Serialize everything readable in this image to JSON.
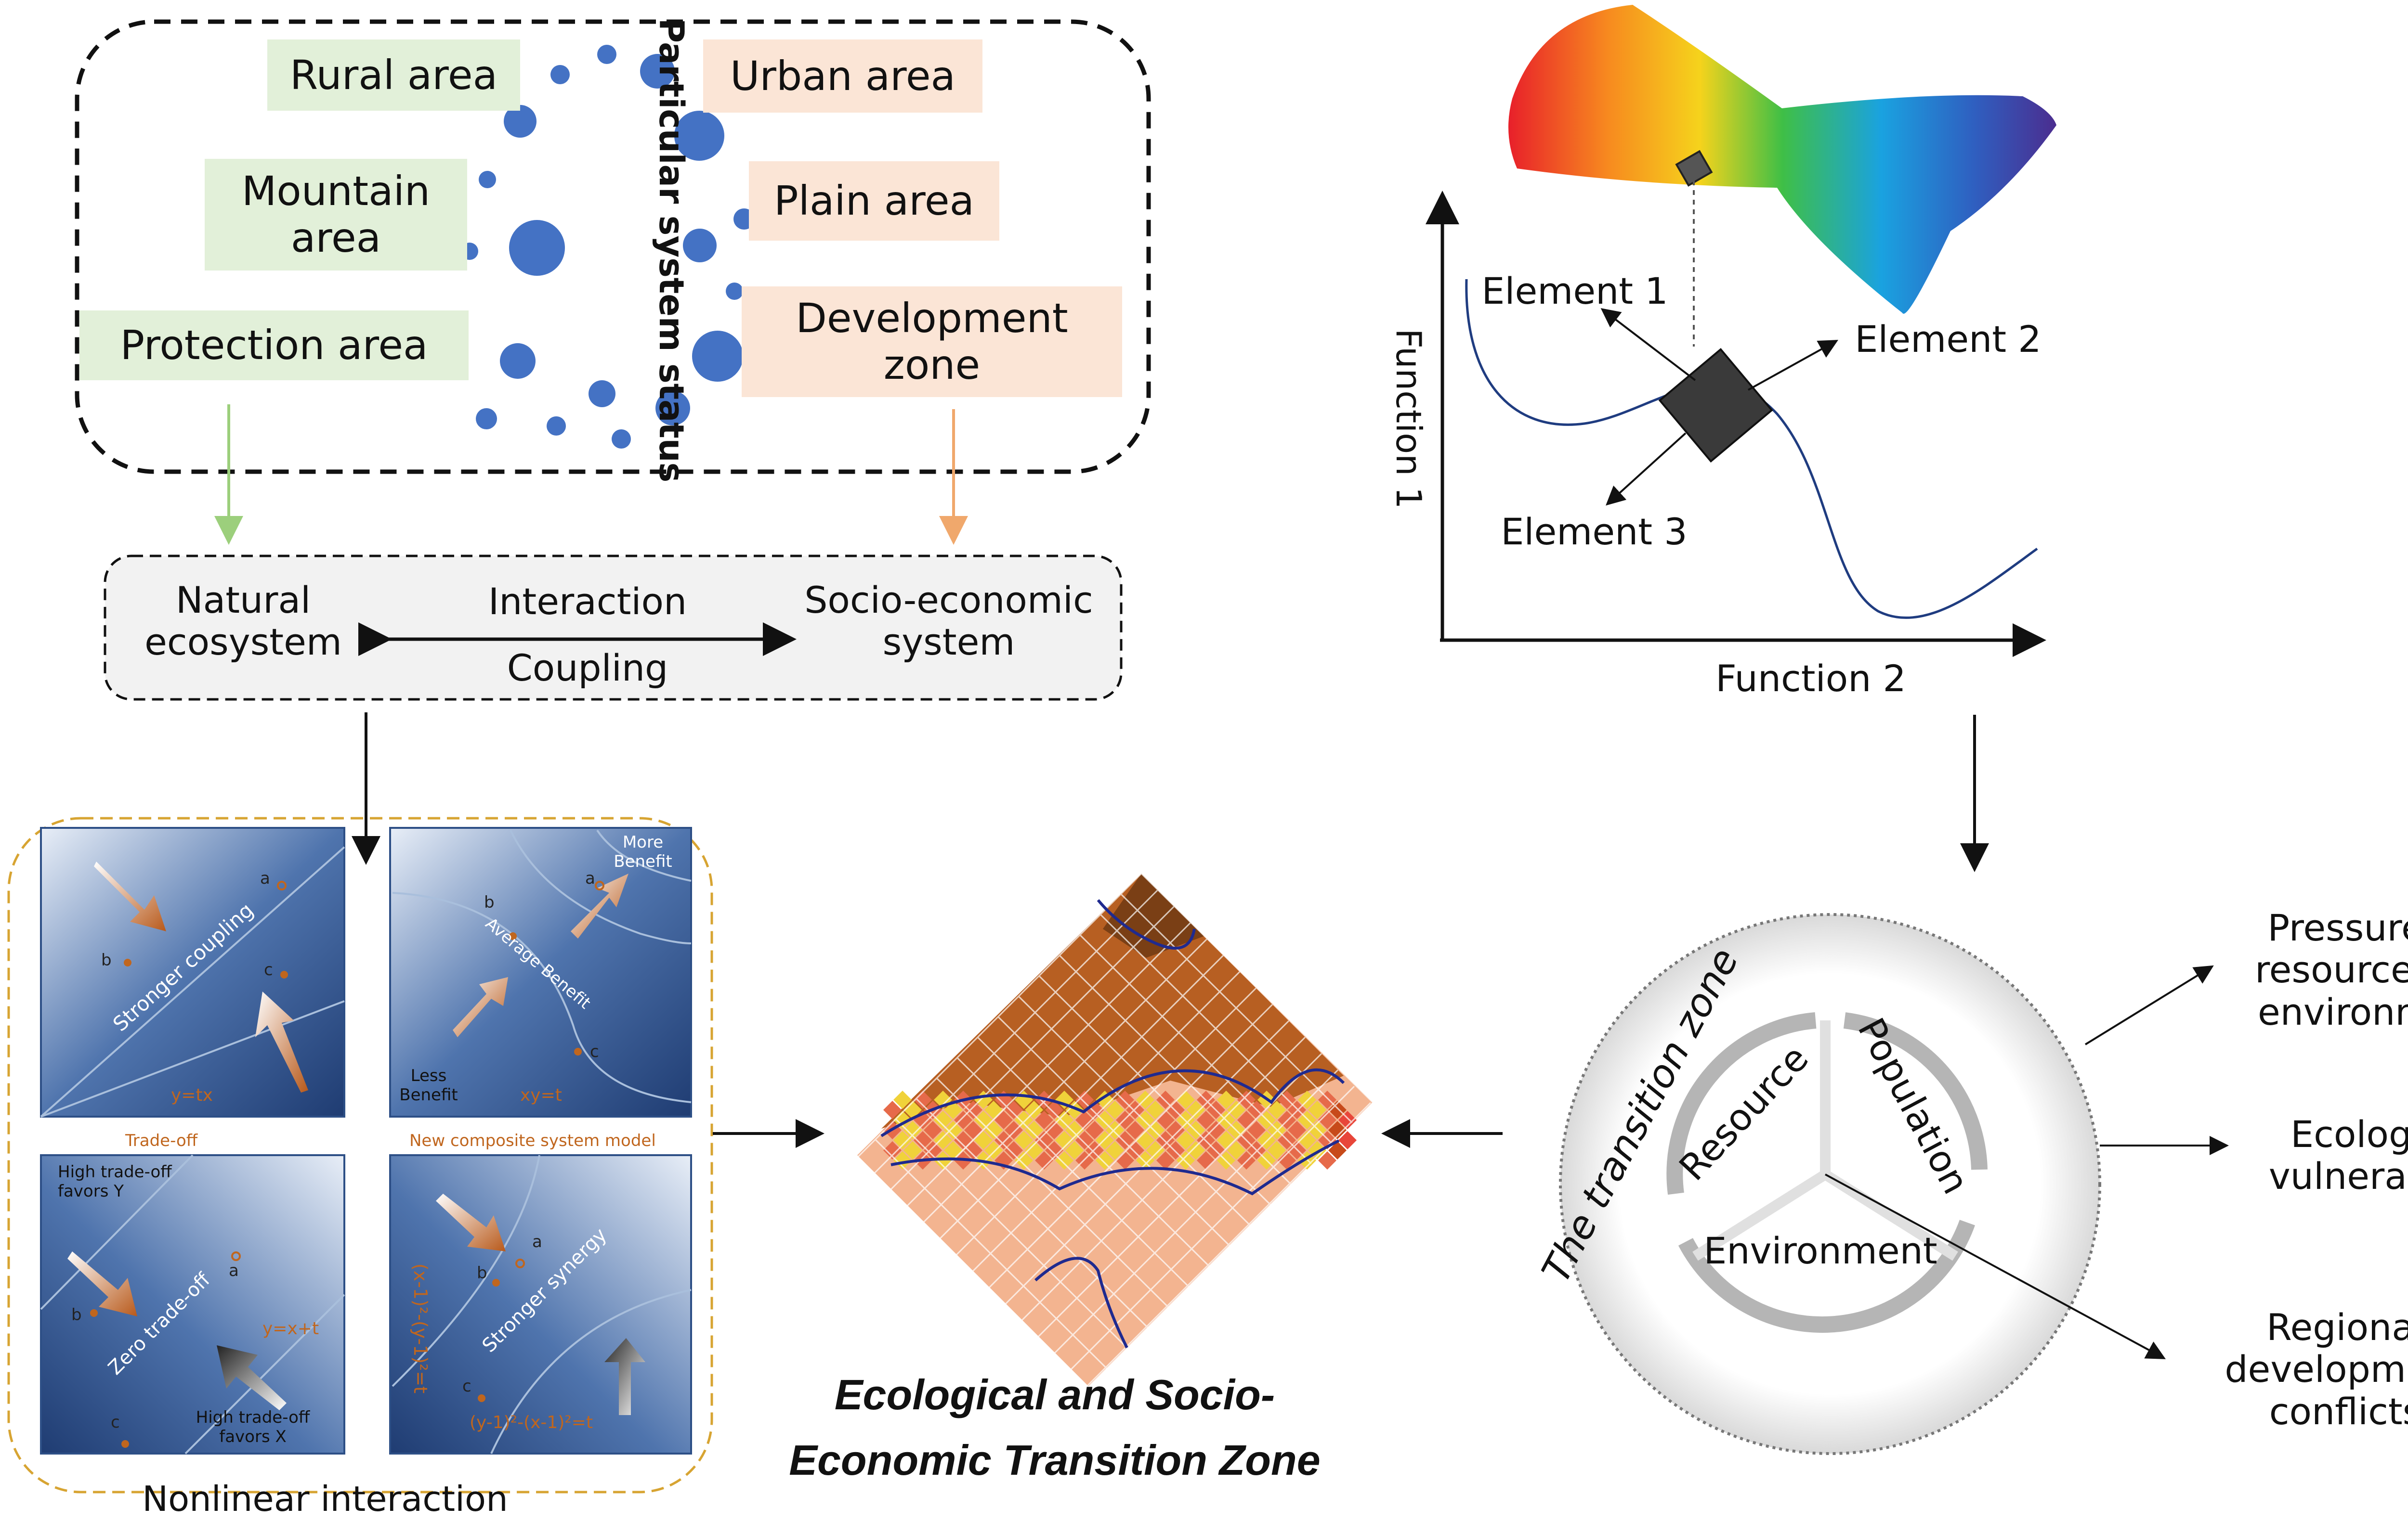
{
  "status_panel": {
    "rural": "Rural area",
    "mountain": "Mountain area",
    "protection": "Protection area",
    "urban": "Urban area",
    "plain": "Plain area",
    "development": "Development zone",
    "particular_status": "Particular system status"
  },
  "interaction_panel": {
    "natural": "Natural ecosystem",
    "socio": "Socio-economic system",
    "interaction": "Interaction",
    "coupling": "Coupling"
  },
  "function_plot": {
    "element1": "Element 1",
    "element2": "Element 2",
    "element3": "Element 3",
    "y_label": "Function 1",
    "x_label": "Function 2"
  },
  "nonlinear": {
    "caption": "Nonlinear interaction",
    "trade_off_title": "Trade-off",
    "composite_title": "New composite system model",
    "p1": {
      "band": "Stronger coupling",
      "eq": "y=tx",
      "a": "a",
      "b": "b",
      "c": "c"
    },
    "p2": {
      "more": "More Benefit",
      "less": "Less Benefit",
      "avg": "Average Benefit",
      "eq": "xy=t",
      "a": "a",
      "b": "b",
      "c": "c"
    },
    "p3": {
      "high_y": "High trade-off favors Y",
      "high_x": "High trade-off favors X",
      "band": "Zero trade-off",
      "eq": "y=x+t",
      "a": "a",
      "b": "b",
      "c": "c"
    },
    "p4": {
      "band": "Stronger synergy",
      "eq1": "(x-1)²-(y-1)²=t",
      "eq2": "(y-1)²-(x-1)²=t",
      "a": "a",
      "b": "b",
      "c": "c"
    }
  },
  "transition": {
    "title": "Ecological and Socio-Economic Transition Zone"
  },
  "circle": {
    "arc_label": "The transition zone",
    "resource": "Resource",
    "population": "Population",
    "environment": "Environment"
  },
  "outcomes": {
    "pressure": "Pressure on resource and environment",
    "vulnerability": "Ecological vulnerability",
    "conflicts": "Regional development conflicts"
  },
  "colors": {
    "dot": "#4472c4",
    "green_box": "#e2f0d9",
    "peach_box": "#fbe5d6",
    "panel_blue": "#2d4f86",
    "orange_text": "#c0661e",
    "dashed_gold": "#d7a432"
  }
}
